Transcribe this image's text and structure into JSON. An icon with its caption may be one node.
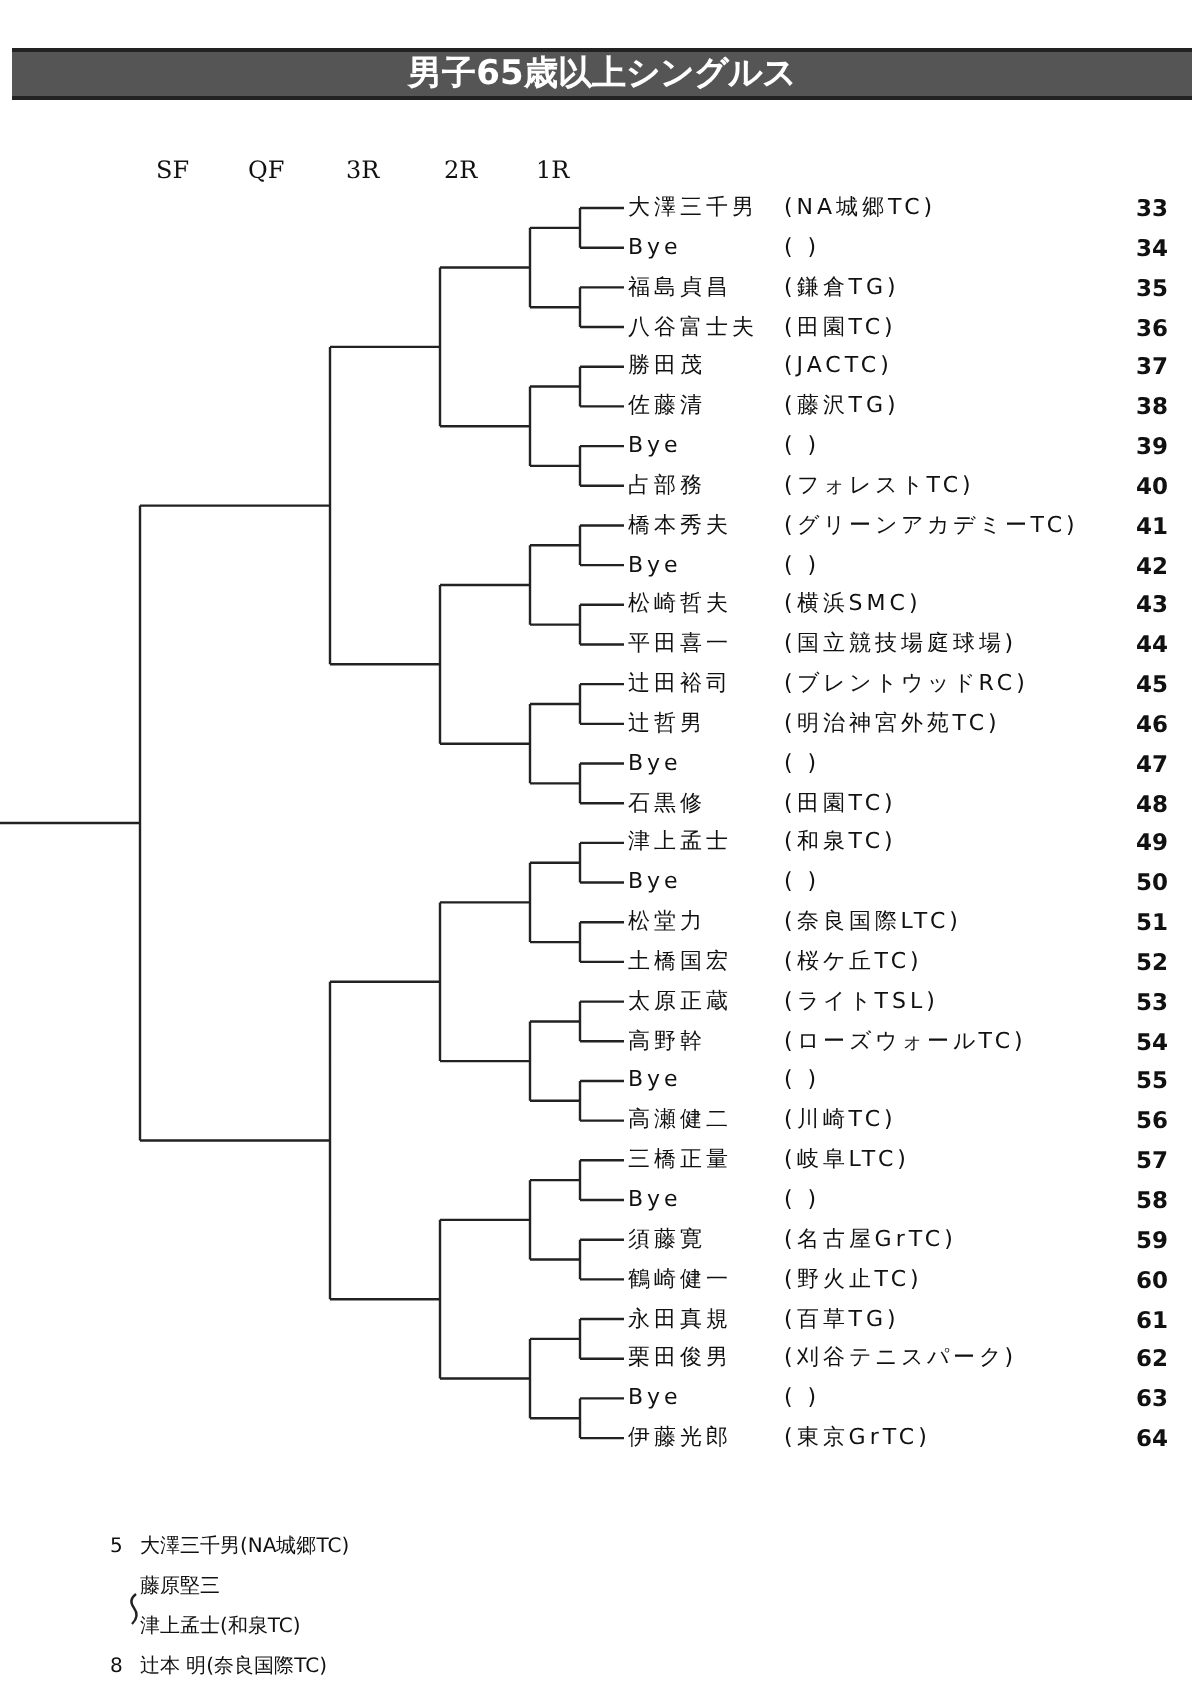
{
  "diagram": {
    "title": "男子65歳以上シングルス",
    "labels": [
      "SF",
      "QF",
      "3R",
      "2R",
      "1R",
      "大澤三千男",
      "(NA城郷TC)",
      "33",
      "Bye",
      "( )",
      "34",
      "福島貞昌",
      "(鎌倉TG)",
      "35",
      "八谷富士夫",
      "(田園TC)",
      "36",
      "勝田茂",
      "(JACTC)",
      "37",
      "佐藤清",
      "(藤沢TG)",
      "38",
      "Bye",
      "( )",
      "39",
      "占部務",
      "(フォレストTC)",
      "40",
      "橋本秀夫",
      "(グリーンアカデミーTC)",
      "41",
      "Bye",
      "( )",
      "42",
      "松崎哲夫",
      "(横浜SMC)",
      "43",
      "平田喜一",
      "(国立競技場庭球場)",
      "44",
      "辻田裕司",
      "(ブレントウッドRC)",
      "45",
      "辻哲男",
      "(明治神宮外苑TC)",
      "46",
      "Bye",
      "( )",
      "47",
      "石黒修",
      "(田園TC)",
      "48",
      "津上孟士",
      "(和泉TC)",
      "49",
      "Bye",
      "( )",
      "50",
      "松堂力",
      "(奈良国際LTC)",
      "51",
      "土橋国宏",
      "(桜ケ丘TC)",
      "52",
      "太原正蔵",
      "(ライトTSL)",
      "53",
      "高野幹",
      "(ローズウォールTC)",
      "54",
      "Bye",
      "( )",
      "55",
      "高瀬健二",
      "(川崎TC)",
      "56",
      "三橋正量",
      "(岐阜LTC)",
      "57",
      "Bye",
      "( )",
      "58",
      "須藤寛",
      "(名古屋GrTC)",
      "59",
      "鶴崎健一",
      "(野火止TC)",
      "60",
      "永田真規",
      "(百草TG)",
      "61",
      "栗田俊男",
      "(刈谷テニスパーク)",
      "62",
      "Bye",
      "( )",
      "63",
      "伊藤光郎",
      "(東京GrTC)",
      "64",
      "5",
      "大澤三千男(NA城郷TC)",
      "藤原堅三",
      "津上孟士(和泉TC)",
      "8",
      "辻本 明(奈良国際TC)"
    ]
  }
}
